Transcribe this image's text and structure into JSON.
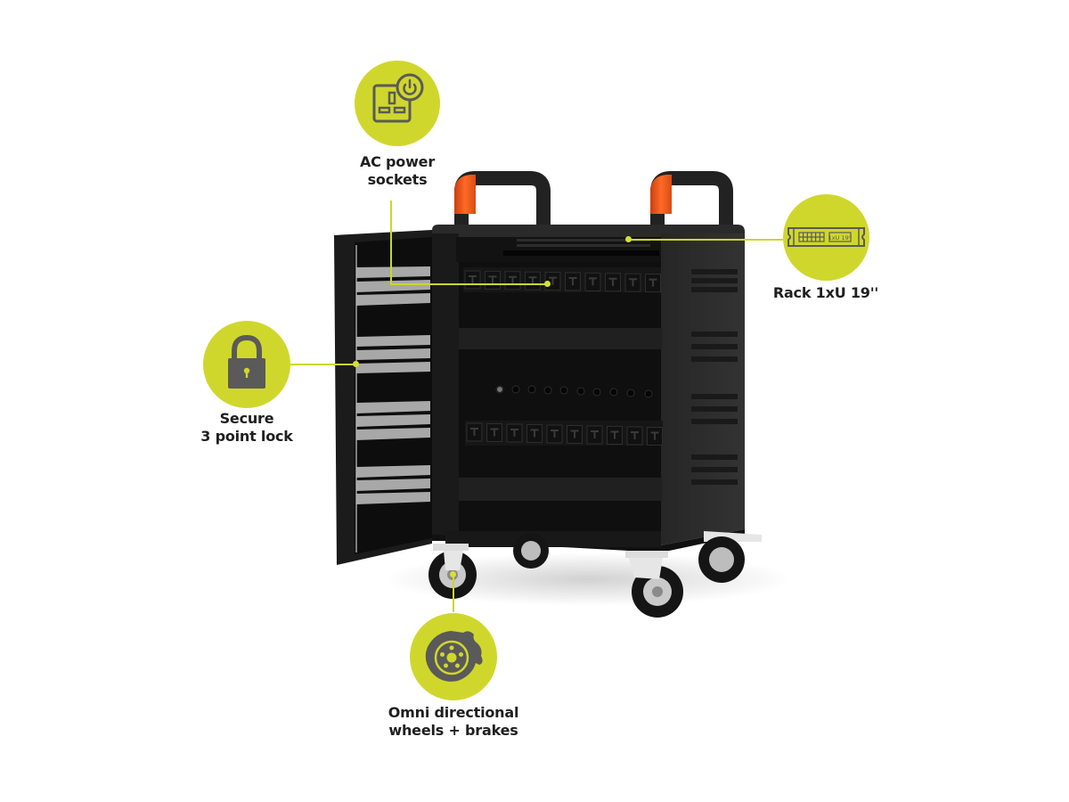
{
  "colors": {
    "accent": "#d0d72c",
    "icon": "#5a5a5a",
    "text": "#1f1f1f",
    "cabinet": "#1c1c1c",
    "handle_grip": "#f05a1a"
  },
  "product": {
    "name": "charging-cart",
    "features": [
      {
        "id": "ac-power",
        "icon": "power-socket-icon",
        "line1": "AC power",
        "line2": "sockets"
      },
      {
        "id": "rack",
        "icon": "rack-unit-icon",
        "line1": "Rack 1xU 19''",
        "line2": "",
        "rack_text": "1xU 19''"
      },
      {
        "id": "lock",
        "icon": "padlock-icon",
        "line1": "Secure",
        "line2": "3 point lock"
      },
      {
        "id": "wheels",
        "icon": "brake-disc-icon",
        "line1": "Omni directional",
        "line2": "wheels  + brakes"
      }
    ]
  }
}
